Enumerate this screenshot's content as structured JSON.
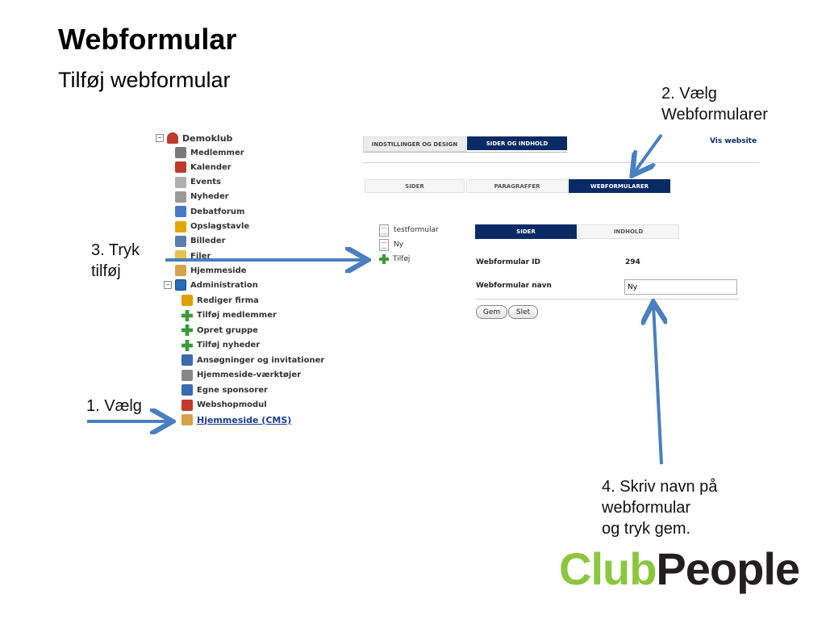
{
  "slide": {
    "title": "Webformular",
    "subtitle": "Tilføj webformular"
  },
  "callouts": {
    "step1": [
      "1. Vælg"
    ],
    "step2": [
      "2. Vælg",
      "Webformularer"
    ],
    "step3": [
      "3. Tryk",
      "tilføj"
    ],
    "step4": [
      "4. Skriv navn på",
      "webformular",
      "og tryk gem."
    ]
  },
  "tree": {
    "root": {
      "label": "Demoklub",
      "toggle": "−",
      "icon": "club-icon"
    },
    "items": [
      {
        "label": "Medlemmer",
        "icon": "members-icon",
        "color": "#7a7a7a"
      },
      {
        "label": "Kalender",
        "icon": "calendar-icon",
        "color": "#c0392b"
      },
      {
        "label": "Events",
        "icon": "events-icon",
        "color": "#b0b0b0"
      },
      {
        "label": "Nyheder",
        "icon": "news-icon",
        "color": "#9a9a9a"
      },
      {
        "label": "Debatforum",
        "icon": "forum-icon",
        "color": "#4a78c8"
      },
      {
        "label": "Opslagstavle",
        "icon": "noteboard-icon",
        "color": "#e0a800"
      },
      {
        "label": "Billeder",
        "icon": "pictures-icon",
        "color": "#5a7fb0"
      },
      {
        "label": "Filer",
        "icon": "files-icon",
        "color": "#e8c34a"
      },
      {
        "label": "Hjemmeside",
        "icon": "website-icon",
        "color": "#d8a24a"
      }
    ],
    "admin": {
      "label": "Administration",
      "toggle": "−",
      "icon": "admin-icon"
    },
    "admin_items": [
      {
        "label": "Rediger firma",
        "icon": "edit-pencil-icon",
        "color": "#e0a000"
      },
      {
        "label": "Tilføj medlemmer",
        "icon": "plus-icon",
        "color": "#3a9a3a"
      },
      {
        "label": "Opret gruppe",
        "icon": "plus-icon",
        "color": "#3a9a3a"
      },
      {
        "label": "Tilføj nyheder",
        "icon": "plus-icon",
        "color": "#3a9a3a"
      },
      {
        "label": "Ansøgninger og invitationer",
        "icon": "applications-icon",
        "color": "#3a6ab0"
      },
      {
        "label": "Hjemmeside-værktøjer",
        "icon": "tools-icon",
        "color": "#888888"
      },
      {
        "label": "Egne sponsorer",
        "icon": "sponsor-icon",
        "color": "#3a6ab0"
      },
      {
        "label": "Webshopmodul",
        "icon": "cart-icon",
        "color": "#c0392b"
      }
    ],
    "cms_link": {
      "label": "Hjemmeside (CMS)",
      "icon": "website-icon"
    }
  },
  "top_tabs": [
    "INDSTILLINGER OG DESIGN",
    "SIDER OG INDHOLD"
  ],
  "vis_website": "Vis website",
  "sub_tabs": [
    "SIDER",
    "PARAGRAFFER",
    "WEBFORMULARER"
  ],
  "forms_list": [
    "testformular",
    "Ny"
  ],
  "add_label": "Tilføj",
  "detail_tabs": [
    "SIDER",
    "INDHOLD"
  ],
  "fields": {
    "id_label": "Webformular ID",
    "id_value": "294",
    "name_label": "Webformular navn",
    "name_value": "Ny"
  },
  "buttons": {
    "save": "Gem",
    "delete": "Slet"
  },
  "logo": {
    "club": "Club",
    "people": "People",
    "club_color": "#8cc63f",
    "people_color": "#231f20"
  },
  "colors": {
    "arrow": "#4a7fc1",
    "navy": "#0a2a66"
  }
}
